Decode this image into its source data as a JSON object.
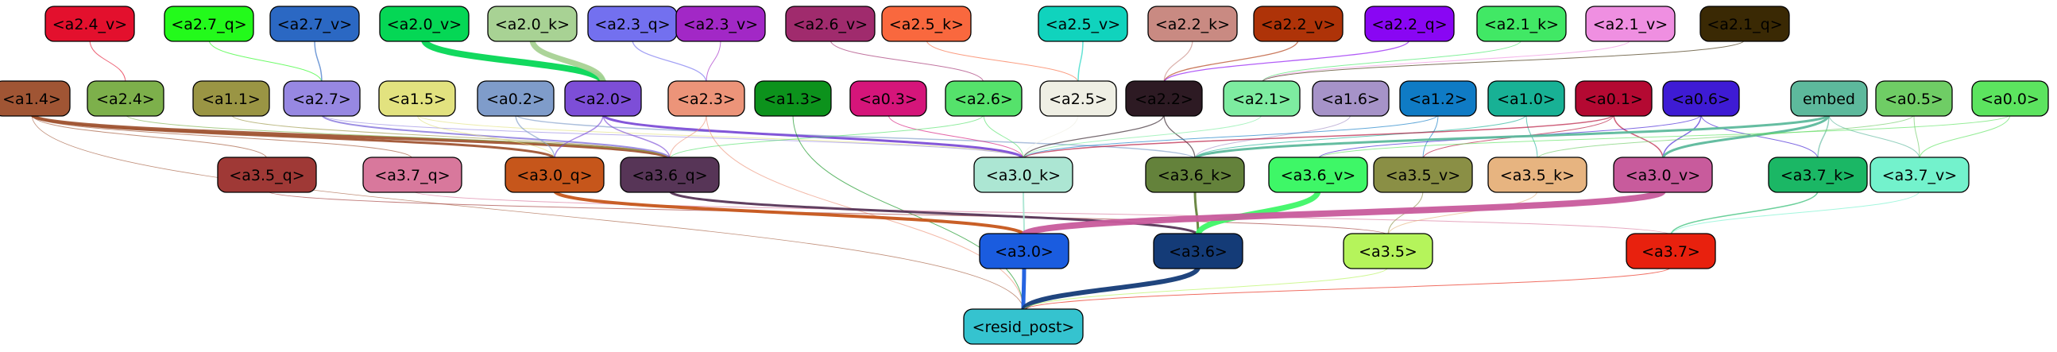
{
  "graph": {
    "nodes": [
      {
        "id": "a2_4_v",
        "label": "<a2.4_v>",
        "fill": "#e3102d",
        "text": "#000000",
        "row": 0,
        "col": 0
      },
      {
        "id": "a2_7_q",
        "label": "<a2.7_q>",
        "fill": "#23fa1b",
        "text": "#000000",
        "row": 0,
        "col": 1
      },
      {
        "id": "a2_7_v",
        "label": "<a2.7_v>",
        "fill": "#2b68c3",
        "text": "#000000",
        "row": 0,
        "col": 2
      },
      {
        "id": "a2_0_v",
        "label": "<a2.0_v>",
        "fill": "#05d755",
        "text": "#000000",
        "row": 0,
        "col": 3
      },
      {
        "id": "a2_0_k",
        "label": "<a2.0_k>",
        "fill": "#a8d294",
        "text": "#000000",
        "row": 0,
        "col": 4
      },
      {
        "id": "a2_3_q",
        "label": "<a2.3_q>",
        "fill": "#7370ef",
        "text": "#000000",
        "row": 0,
        "col": 5
      },
      {
        "id": "a2_3_v",
        "label": "<a2.3_v>",
        "fill": "#a228c6",
        "text": "#000000",
        "row": 0,
        "col": 6
      },
      {
        "id": "a2_6_v",
        "label": "<a2.6_v>",
        "fill": "#a02b6d",
        "text": "#000000",
        "row": 0,
        "col": 7
      },
      {
        "id": "a2_5_k",
        "label": "<a2.5_k>",
        "fill": "#f9683e",
        "text": "#000000",
        "row": 0,
        "col": 8
      },
      {
        "id": "a2_5_v",
        "label": "<a2.5_v>",
        "fill": "#10d3bd",
        "text": "#000000",
        "row": 0,
        "col": 9
      },
      {
        "id": "a2_2_k",
        "label": "<a2.2_k>",
        "fill": "#c98a82",
        "text": "#000000",
        "row": 0,
        "col": 10
      },
      {
        "id": "a2_2_v",
        "label": "<a2.2_v>",
        "fill": "#ae3308",
        "text": "#000000",
        "row": 0,
        "col": 11
      },
      {
        "id": "a2_2_q",
        "label": "<a2.2_q>",
        "fill": "#8906f3",
        "text": "#000000",
        "row": 0,
        "col": 12
      },
      {
        "id": "a2_1_k",
        "label": "<a2.1_k>",
        "fill": "#41e865",
        "text": "#000000",
        "row": 0,
        "col": 13
      },
      {
        "id": "a2_1_v",
        "label": "<a2.1_v>",
        "fill": "#ef8fe1",
        "text": "#000000",
        "row": 0,
        "col": 14
      },
      {
        "id": "a2_1_q",
        "label": "<a2.1_q>",
        "fill": "#3a2904",
        "text": "#000000",
        "row": 0,
        "col": 15
      },
      {
        "id": "a1_4",
        "label": "<a1.4>",
        "fill": "#a05534",
        "text": "#000000",
        "row": 1,
        "col": 0
      },
      {
        "id": "a2_4",
        "label": "<a2.4>",
        "fill": "#7db04b",
        "text": "#000000",
        "row": 1,
        "col": 1
      },
      {
        "id": "a1_1",
        "label": "<a1.1>",
        "fill": "#9a9544",
        "text": "#000000",
        "row": 1,
        "col": 2
      },
      {
        "id": "a2_7",
        "label": "<a2.7>",
        "fill": "#9788e2",
        "text": "#000000",
        "row": 1,
        "col": 3
      },
      {
        "id": "a1_5",
        "label": "<a1.5>",
        "fill": "#e2e27f",
        "text": "#000000",
        "row": 1,
        "col": 4
      },
      {
        "id": "a0_2",
        "label": "<a0.2>",
        "fill": "#7f9cca",
        "text": "#000000",
        "row": 1,
        "col": 5
      },
      {
        "id": "a2_0",
        "label": "<a2.0>",
        "fill": "#7d4ed7",
        "text": "#000000",
        "row": 1,
        "col": 6
      },
      {
        "id": "a2_3",
        "label": "<a2.3>",
        "fill": "#ec9479",
        "text": "#000000",
        "row": 1,
        "col": 7
      },
      {
        "id": "a1_3",
        "label": "<a1.3>",
        "fill": "#0c921c",
        "text": "#000000",
        "row": 1,
        "col": 8
      },
      {
        "id": "a0_3",
        "label": "<a0.3>",
        "fill": "#d5157a",
        "text": "#000000",
        "row": 1,
        "col": 9
      },
      {
        "id": "a2_6",
        "label": "<a2.6>",
        "fill": "#55e26b",
        "text": "#000000",
        "row": 1,
        "col": 10
      },
      {
        "id": "a2_5",
        "label": "<a2.5>",
        "fill": "#efefe4",
        "text": "#000000",
        "row": 1,
        "col": 11
      },
      {
        "id": "a2_2",
        "label": "<a2.2>",
        "fill": "#2d1a23",
        "text": "#000000",
        "row": 1,
        "col": 12
      },
      {
        "id": "a2_1",
        "label": "<a2.1>",
        "fill": "#7deca0",
        "text": "#000000",
        "row": 1,
        "col": 13
      },
      {
        "id": "a1_6",
        "label": "<a1.6>",
        "fill": "#a693c8",
        "text": "#000000",
        "row": 1,
        "col": 14
      },
      {
        "id": "a1_2",
        "label": "<a1.2>",
        "fill": "#0f7bc5",
        "text": "#000000",
        "row": 1,
        "col": 15
      },
      {
        "id": "a1_0",
        "label": "<a1.0>",
        "fill": "#18b195",
        "text": "#000000",
        "row": 1,
        "col": 16
      },
      {
        "id": "a0_1",
        "label": "<a0.1>",
        "fill": "#b40932",
        "text": "#000000",
        "row": 1,
        "col": 17
      },
      {
        "id": "a0_6",
        "label": "<a0.6>",
        "fill": "#3e1bd4",
        "text": "#000000",
        "row": 1,
        "col": 18
      },
      {
        "id": "embed",
        "label": "embed",
        "fill": "#5db99c",
        "text": "#000000",
        "row": 1,
        "col": 19
      },
      {
        "id": "a0_5",
        "label": "<a0.5>",
        "fill": "#6fcd65",
        "text": "#000000",
        "row": 1,
        "col": 20
      },
      {
        "id": "a0_0",
        "label": "<a0.0>",
        "fill": "#5ce45f",
        "text": "#000000",
        "row": 1,
        "col": 21
      },
      {
        "id": "a3_5_q",
        "label": "<a3.5_q>",
        "fill": "#9f3936",
        "text": "#000000",
        "row": 2,
        "col": 0
      },
      {
        "id": "a3_7_q",
        "label": "<a3.7_q>",
        "fill": "#d8789c",
        "text": "#000000",
        "row": 2,
        "col": 1
      },
      {
        "id": "a3_0_q",
        "label": "<a3.0_q>",
        "fill": "#c6561b",
        "text": "#000000",
        "row": 2,
        "col": 2
      },
      {
        "id": "a3_6_q",
        "label": "<a3.6_q>",
        "fill": "#573557",
        "text": "#000000",
        "row": 2,
        "col": 3
      },
      {
        "id": "a3_0_k",
        "label": "<a3.0_k>",
        "fill": "#ace6d3",
        "text": "#000000",
        "row": 2,
        "col": 4
      },
      {
        "id": "a3_6_k",
        "label": "<a3.6_k>",
        "fill": "#64823b",
        "text": "#000000",
        "row": 2,
        "col": 5
      },
      {
        "id": "a3_6_v",
        "label": "<a3.6_v>",
        "fill": "#3ef767",
        "text": "#000000",
        "row": 2,
        "col": 6
      },
      {
        "id": "a3_5_v",
        "label": "<a3.5_v>",
        "fill": "#8a8f45",
        "text": "#000000",
        "row": 2,
        "col": 7
      },
      {
        "id": "a3_5_k",
        "label": "<a3.5_k>",
        "fill": "#e7b480",
        "text": "#000000",
        "row": 2,
        "col": 8
      },
      {
        "id": "a3_0_v",
        "label": "<a3.0_v>",
        "fill": "#c85b9c",
        "text": "#000000",
        "row": 2,
        "col": 9
      },
      {
        "id": "a3_7_k",
        "label": "<a3.7_k>",
        "fill": "#1bb765",
        "text": "#000000",
        "row": 2,
        "col": 10
      },
      {
        "id": "a3_7_v",
        "label": "<a3.7_v>",
        "fill": "#73f2cc",
        "text": "#000000",
        "row": 2,
        "col": 11
      },
      {
        "id": "a3_0",
        "label": "<a3.0>",
        "fill": "#1a5cdf",
        "text": "#000000",
        "row": 3,
        "col": 0
      },
      {
        "id": "a3_6",
        "label": "<a3.6>",
        "fill": "#143b77",
        "text": "#000000",
        "row": 3,
        "col": 1
      },
      {
        "id": "a3_5",
        "label": "<a3.5>",
        "fill": "#b5f45b",
        "text": "#000000",
        "row": 3,
        "col": 2
      },
      {
        "id": "a3_7",
        "label": "<a3.7>",
        "fill": "#e8210e",
        "text": "#000000",
        "row": 3,
        "col": 3
      },
      {
        "id": "resid_post",
        "label": "<resid_post>",
        "fill": "#35c3cf",
        "text": "#000000",
        "row": 4,
        "col": 0
      }
    ],
    "edges": [
      {
        "from": "a2_4_v",
        "to": "a2_4",
        "color": "#e3102d",
        "weight": 1
      },
      {
        "from": "a2_7_q",
        "to": "a2_7",
        "color": "#23fa1b",
        "weight": 1
      },
      {
        "from": "a2_7_v",
        "to": "a2_7",
        "color": "#2b68c3",
        "weight": 1.5
      },
      {
        "from": "a2_0_v",
        "to": "a2_0",
        "color": "#05d755",
        "weight": 8
      },
      {
        "from": "a2_0_k",
        "to": "a2_0",
        "color": "#a8d294",
        "weight": 7
      },
      {
        "from": "a2_3_q",
        "to": "a2_3",
        "color": "#7370ef",
        "weight": 1.3
      },
      {
        "from": "a2_3_v",
        "to": "a2_3",
        "color": "#a228c6",
        "weight": 1
      },
      {
        "from": "a2_6_v",
        "to": "a2_6",
        "color": "#a02b6d",
        "weight": 1
      },
      {
        "from": "a2_5_k",
        "to": "a2_5",
        "color": "#f9683e",
        "weight": 1
      },
      {
        "from": "a2_5_v",
        "to": "a2_5",
        "color": "#10d3bd",
        "weight": 1.5
      },
      {
        "from": "a2_2_k",
        "to": "a2_2",
        "color": "#c98a82",
        "weight": 1.3
      },
      {
        "from": "a2_2_v",
        "to": "a2_2",
        "color": "#ae3308",
        "weight": 1.3
      },
      {
        "from": "a2_2_q",
        "to": "a2_2",
        "color": "#8906f3",
        "weight": 1.3
      },
      {
        "from": "a2_1_k",
        "to": "a2_1",
        "color": "#41e865",
        "weight": 1
      },
      {
        "from": "a2_1_v",
        "to": "a2_1",
        "color": "#ef8fe1",
        "weight": 1
      },
      {
        "from": "a2_1_q",
        "to": "a2_1",
        "color": "#3a2904",
        "weight": 1
      },
      {
        "from": "a1_4",
        "to": "a3_6_q",
        "color": "#a05534",
        "weight": 4
      },
      {
        "from": "a1_4",
        "to": "a3_0_q",
        "color": "#a05534",
        "weight": 3
      },
      {
        "from": "a1_4",
        "to": "a3_5_q",
        "color": "#a05534",
        "weight": 1
      },
      {
        "from": "a1_4",
        "to": "a3_7_q",
        "color": "#a05534",
        "weight": 1
      },
      {
        "from": "a1_4",
        "to": "resid_post",
        "color": "#a05534",
        "weight": 0.8
      },
      {
        "from": "a2_4",
        "to": "a3_6_q",
        "color": "#7db04b",
        "weight": 1
      },
      {
        "from": "a1_1",
        "to": "a3_6_q",
        "color": "#9a9544",
        "weight": 1
      },
      {
        "from": "a2_7",
        "to": "a3_6_q",
        "color": "#9788e2",
        "weight": 2
      },
      {
        "from": "a2_7",
        "to": "a3_0_k",
        "color": "#9788e2",
        "weight": 1
      },
      {
        "from": "a1_5",
        "to": "a3_0_q",
        "color": "#e2e27f",
        "weight": 1
      },
      {
        "from": "a1_5",
        "to": "a3_0_k",
        "color": "#e2e27f",
        "weight": 1
      },
      {
        "from": "a0_2",
        "to": "a3_0_q",
        "color": "#7f9cca",
        "weight": 1.5
      },
      {
        "from": "a0_2",
        "to": "a3_6_k",
        "color": "#7f9cca",
        "weight": 1.5
      },
      {
        "from": "a2_0",
        "to": "a3_0_k",
        "color": "#7d4ed7",
        "weight": 3
      },
      {
        "from": "a2_0",
        "to": "a3_6_q",
        "color": "#7d4ed7",
        "weight": 1.5
      },
      {
        "from": "a2_0",
        "to": "a3_0_q",
        "color": "#7d4ed7",
        "weight": 1.5
      },
      {
        "from": "a2_3",
        "to": "a3_6_q",
        "color": "#ec9479",
        "weight": 1
      },
      {
        "from": "a2_3",
        "to": "resid_post",
        "color": "#ec9479",
        "weight": 1
      },
      {
        "from": "a1_3",
        "to": "resid_post",
        "color": "#0c921c",
        "weight": 1
      },
      {
        "from": "a0_3",
        "to": "a3_0_k",
        "color": "#d5157a",
        "weight": 1
      },
      {
        "from": "a2_6",
        "to": "a3_0_k",
        "color": "#55e26b",
        "weight": 1
      },
      {
        "from": "a2_6",
        "to": "a3_6_q",
        "color": "#55e26b",
        "weight": 1
      },
      {
        "from": "a2_5",
        "to": "a3_0_k",
        "color": "#efefe4",
        "weight": 1
      },
      {
        "from": "a2_2",
        "to": "a3_0_k",
        "color": "#2d1a23",
        "weight": 1.3
      },
      {
        "from": "a2_2",
        "to": "a3_6_k",
        "color": "#2d1a23",
        "weight": 1.3
      },
      {
        "from": "a2_1",
        "to": "a3_0_k",
        "color": "#7deca0",
        "weight": 1
      },
      {
        "from": "a1_6",
        "to": "a3_6_k",
        "color": "#a693c8",
        "weight": 1
      },
      {
        "from": "a1_2",
        "to": "a3_0_k",
        "color": "#0f7bc5",
        "weight": 1
      },
      {
        "from": "a1_2",
        "to": "a3_5_v",
        "color": "#0f7bc5",
        "weight": 1
      },
      {
        "from": "a1_0",
        "to": "a3_6_k",
        "color": "#18b195",
        "weight": 1
      },
      {
        "from": "a1_0",
        "to": "a3_5_k",
        "color": "#18b195",
        "weight": 1
      },
      {
        "from": "a0_1",
        "to": "a3_0_k",
        "color": "#b40932",
        "weight": 1.5
      },
      {
        "from": "a0_1",
        "to": "a3_0_v",
        "color": "#b40932",
        "weight": 1.5
      },
      {
        "from": "a0_1",
        "to": "a3_5_v",
        "color": "#b40932",
        "weight": 1
      },
      {
        "from": "a0_6",
        "to": "a3_0_v",
        "color": "#3e1bd4",
        "weight": 1.5
      },
      {
        "from": "a0_6",
        "to": "a3_6_v",
        "color": "#3e1bd4",
        "weight": 1
      },
      {
        "from": "a0_6",
        "to": "a3_7_k",
        "color": "#3e1bd4",
        "weight": 1
      },
      {
        "from": "embed",
        "to": "a3_6_k",
        "color": "#5db99c",
        "weight": 3
      },
      {
        "from": "embed",
        "to": "a3_0_v",
        "color": "#5db99c",
        "weight": 3
      },
      {
        "from": "embed",
        "to": "a3_7_k",
        "color": "#5db99c",
        "weight": 1.5
      },
      {
        "from": "embed",
        "to": "a3_7_v",
        "color": "#5db99c",
        "weight": 1
      },
      {
        "from": "a0_5",
        "to": "a3_7_v",
        "color": "#6fcd65",
        "weight": 1
      },
      {
        "from": "a0_5",
        "to": "a3_5_k",
        "color": "#6fcd65",
        "weight": 1
      },
      {
        "from": "a0_0",
        "to": "a3_7_v",
        "color": "#5ce45f",
        "weight": 1
      },
      {
        "from": "a0_0",
        "to": "a3_6_v",
        "color": "#5ce45f",
        "weight": 1
      },
      {
        "from": "a3_5_q",
        "to": "a3_5",
        "color": "#9f3936",
        "weight": 1
      },
      {
        "from": "a3_7_q",
        "to": "a3_7",
        "color": "#d8789c",
        "weight": 1
      },
      {
        "from": "a3_0_q",
        "to": "a3_0",
        "color": "#c6561b",
        "weight": 4
      },
      {
        "from": "a3_6_q",
        "to": "a3_6",
        "color": "#573557",
        "weight": 3
      },
      {
        "from": "a3_0_k",
        "to": "a3_0",
        "color": "#ace6d3",
        "weight": 2
      },
      {
        "from": "a3_6_k",
        "to": "a3_6",
        "color": "#64823b",
        "weight": 3
      },
      {
        "from": "a3_6_v",
        "to": "a3_6",
        "color": "#3ef767",
        "weight": 7
      },
      {
        "from": "a3_5_v",
        "to": "a3_5",
        "color": "#8a8f45",
        "weight": 1
      },
      {
        "from": "a3_5_k",
        "to": "a3_5",
        "color": "#e7b480",
        "weight": 1
      },
      {
        "from": "a3_0_v",
        "to": "a3_0",
        "color": "#c85b9c",
        "weight": 8
      },
      {
        "from": "a3_7_k",
        "to": "a3_7",
        "color": "#1bb765",
        "weight": 1.5
      },
      {
        "from": "a3_7_v",
        "to": "a3_7",
        "color": "#73f2cc",
        "weight": 1
      },
      {
        "from": "a3_0",
        "to": "resid_post",
        "color": "#1a5cdf",
        "weight": 5
      },
      {
        "from": "a3_6",
        "to": "resid_post",
        "color": "#143b77",
        "weight": 6
      },
      {
        "from": "a3_5",
        "to": "resid_post",
        "color": "#b5f45b",
        "weight": 1
      },
      {
        "from": "a3_7",
        "to": "resid_post",
        "color": "#e8210e",
        "weight": 1
      }
    ]
  }
}
